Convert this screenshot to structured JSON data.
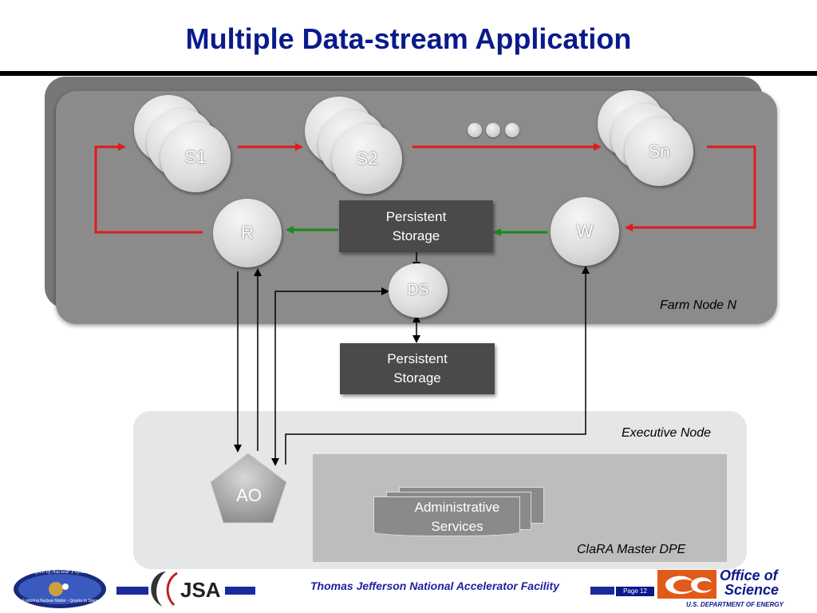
{
  "title": "Multiple Data-stream Application",
  "farm_node_label": "Farm Node N",
  "executive_node_label": "Executive Node",
  "master_dpe_label": "ClaRA Master DPE",
  "nodes": {
    "s1": "S1",
    "s2": "S2",
    "sn": "Sn",
    "r": "R",
    "w": "W",
    "ds": "DS",
    "ao": "AO"
  },
  "storage_top_lines": [
    "Persistent",
    "Storage"
  ],
  "storage_bottom_lines": [
    "Persistent",
    "Storage"
  ],
  "admin_services_lines": [
    "Administrative",
    "Services"
  ],
  "footer": {
    "lab_name": "Thomas Jefferson National Accelerator Facility",
    "page_label": "Page 12",
    "nuclear_physics_logo_text": "Office of Nuclear Physics",
    "nuclear_physics_tagline": "Exploring Nuclear Matter - Quarks to Stars",
    "jsa_logo_text": "JSA",
    "office_science_line1": "Office of",
    "office_science_line2": "Science",
    "doe_text": "U.S. DEPARTMENT OF ENERGY"
  },
  "colors": {
    "title": "#0a1a8c",
    "flow_arrow": "#e01b1b",
    "storage_arrow": "#1a8a1a",
    "control_arrow": "#000000"
  }
}
